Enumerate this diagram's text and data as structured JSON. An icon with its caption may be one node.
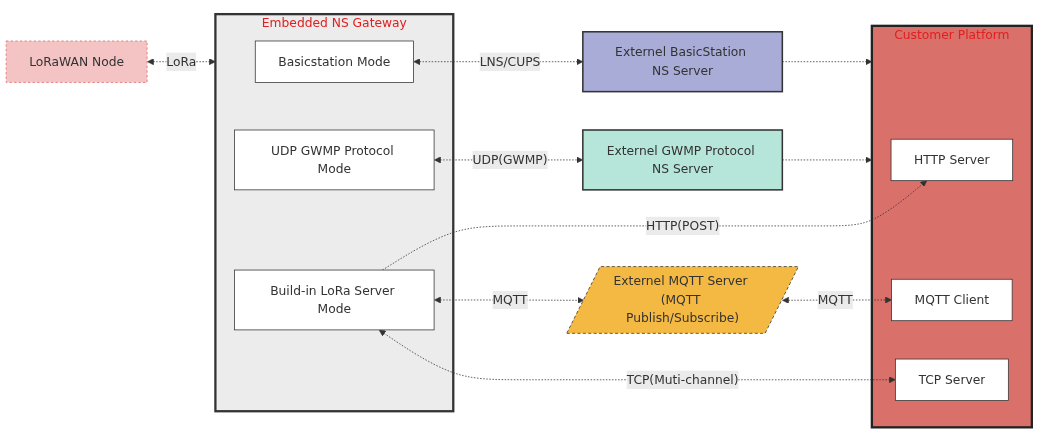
{
  "diagram": {
    "nodes": [
      {
        "text": [
          "LoRaWAN Node"
        ]
      },
      {
        "text": [
          "Embedded NS Gateway"
        ]
      },
      {
        "text": [
          "Basicstation Mode"
        ],
        "in": 1
      },
      {
        "text": [
          "UDP GWMP Protocol Mode"
        ],
        "in": 1
      },
      {
        "text": [
          "Build-in LoRa Server Mode"
        ],
        "in": 1
      },
      {
        "text": [
          "Externel BasicStation NS Server"
        ]
      },
      {
        "text": [
          "Externel GWMP Protocol NS Server"
        ]
      },
      {
        "text": [
          "Externel MQTT Server (MQTT Publish/Subscribe)"
        ]
      },
      {
        "text": [
          "Customer Platform"
        ]
      },
      {
        "text": [
          "HTTP Server"
        ],
        "in": 8
      },
      {
        "text": [
          "MQTT Client"
        ],
        "in": 8
      },
      {
        "text": [
          "TCP Server"
        ],
        "in": 8
      }
    ],
    "edges": [
      {
        "from": 0,
        "to": 1,
        "arrow": "both",
        "label": "LoRa",
        "style": "dashed"
      },
      {
        "from": 2,
        "to": 5,
        "arrow": "both",
        "label": "LNS/CUPS",
        "style": "dashed"
      },
      {
        "from": 3,
        "to": 6,
        "arrow": "both",
        "label": "UDP(GWMP)",
        "style": "dashed"
      },
      {
        "from": 5,
        "to": 8,
        "arrow": "to",
        "style": "dashed"
      },
      {
        "from": 6,
        "to": 8,
        "arrow": "to",
        "style": "dashed"
      },
      {
        "from": 4,
        "to": 9,
        "arrow": "to",
        "label": "HTTP(POST)",
        "style": "dashed"
      },
      {
        "from": 4,
        "to": 7,
        "arrow": "both",
        "label": "MQTT",
        "style": "dashed"
      },
      {
        "from": 7,
        "to": 10,
        "arrow": "both",
        "label": "MQTT",
        "style": "dashed"
      },
      {
        "from": 4,
        "to": 11,
        "arrow": "both",
        "label": "TCP(Muti-channel)",
        "style": "dashed"
      }
    ]
  }
}
